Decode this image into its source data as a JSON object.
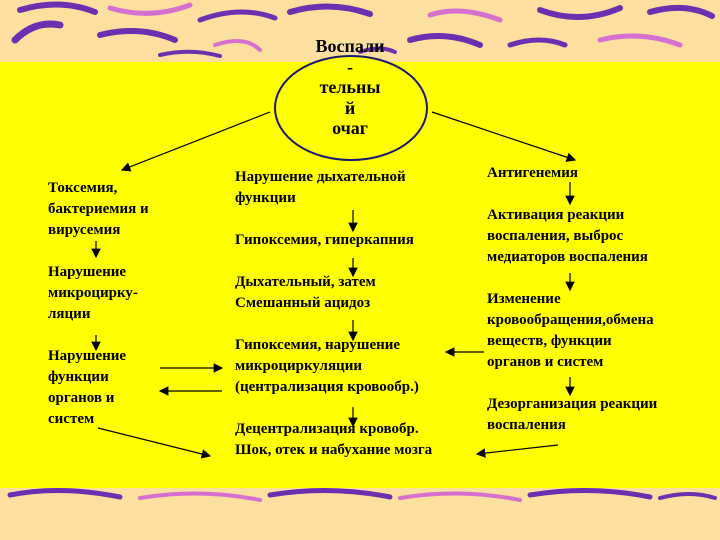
{
  "center": {
    "label_lines": [
      "Воспали",
      "-",
      "тельны",
      "й",
      "очаг"
    ]
  },
  "left_column": [
    "Токсемия,",
    "бактериемия и",
    "вирусемия",
    "",
    "Нарушение",
    "микроцирку-",
    "ляции",
    "",
    "Нарушение",
    "функции",
    "органов и",
    "систем"
  ],
  "middle_column": [
    "Нарушение дыхательной",
    "функции",
    "",
    "Гипоксемия, гиперкапния",
    "",
    "Дыхательный, затем",
    "Смешанный ацидоз",
    "",
    "Гипоксемия, нарушение",
    "микроциркуляции",
    "(централизация кровообр.)",
    "",
    "Децентрализация кровобр.",
    "Шок, отек и набухание мозга"
  ],
  "right_column": [
    "Антигенемия",
    "",
    "Активация реакции",
    "воспаления, выброс",
    "медиаторов воспаления",
    "",
    "Изменение",
    "кровообращения,обмена",
    "веществ, функции",
    "органов и систем",
    "",
    "Дезорганизация реакции",
    "воспаления"
  ],
  "colors": {
    "background": "#ffff00",
    "band": "#fbe0a0",
    "decor": "#6b2fb0",
    "decor_light": "#d56fd0",
    "ellipse_border": "#1a1a6e"
  }
}
